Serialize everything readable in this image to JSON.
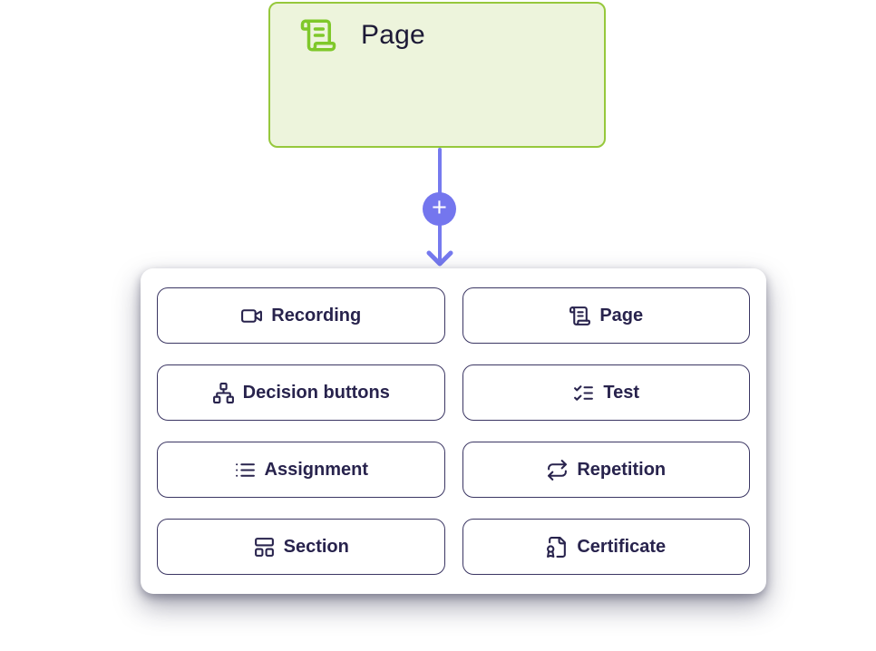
{
  "page_node": {
    "label": "Page",
    "icon": "scroll-text-icon",
    "fill_color": "#edf4dc",
    "border_color": "#96c83c",
    "icon_color": "#7fc82a"
  },
  "connector": {
    "plus_label": "+",
    "color": "#767aef"
  },
  "menu": {
    "text_color": "#28234d",
    "border_color": "#3b3663",
    "items": [
      {
        "label": "Recording",
        "icon": "video-camera-icon"
      },
      {
        "label": "Page",
        "icon": "scroll-text-icon"
      },
      {
        "label": "Decision buttons",
        "icon": "sitemap-icon"
      },
      {
        "label": "Test",
        "icon": "list-checks-icon"
      },
      {
        "label": "Assignment",
        "icon": "list-icon"
      },
      {
        "label": "Repetition",
        "icon": "repeat-icon"
      },
      {
        "label": "Section",
        "icon": "layout-panel-icon"
      },
      {
        "label": "Certificate",
        "icon": "file-badge-icon"
      }
    ]
  }
}
